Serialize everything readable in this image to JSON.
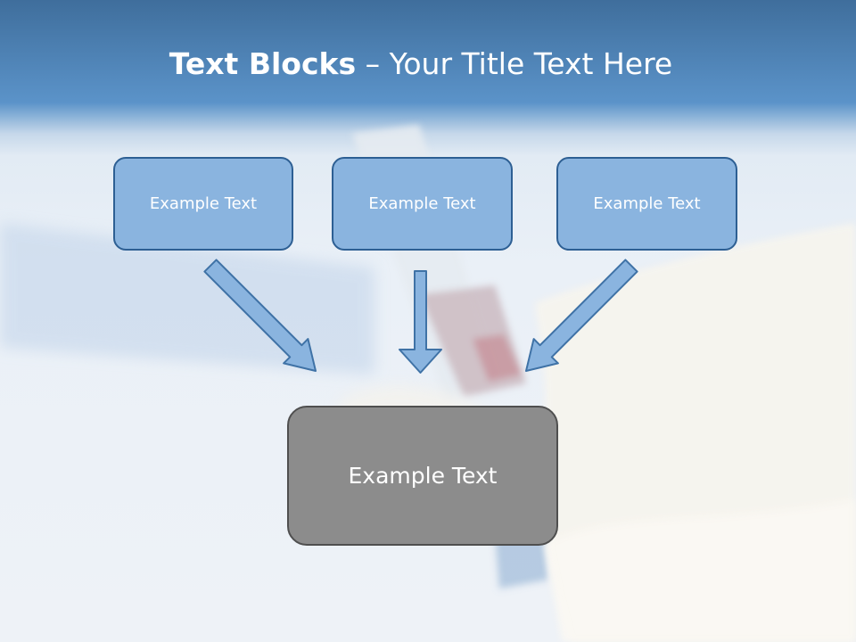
{
  "slide": {
    "title_bold": "Text Blocks",
    "title_rest": " – Your Title Text Here"
  },
  "blocks": [
    {
      "text": "Example Text"
    },
    {
      "text": "Example Text"
    },
    {
      "text": "Example Text"
    }
  ],
  "center_block": {
    "text": "Example Text"
  },
  "colors": {
    "header_blue": "#4a82bd",
    "box_fill": "#8ab4df",
    "box_border": "#2d5f93",
    "arrow_fill": "#8ab4df",
    "center_fill": "#8c8c8c",
    "center_border": "#4f4f4f"
  }
}
